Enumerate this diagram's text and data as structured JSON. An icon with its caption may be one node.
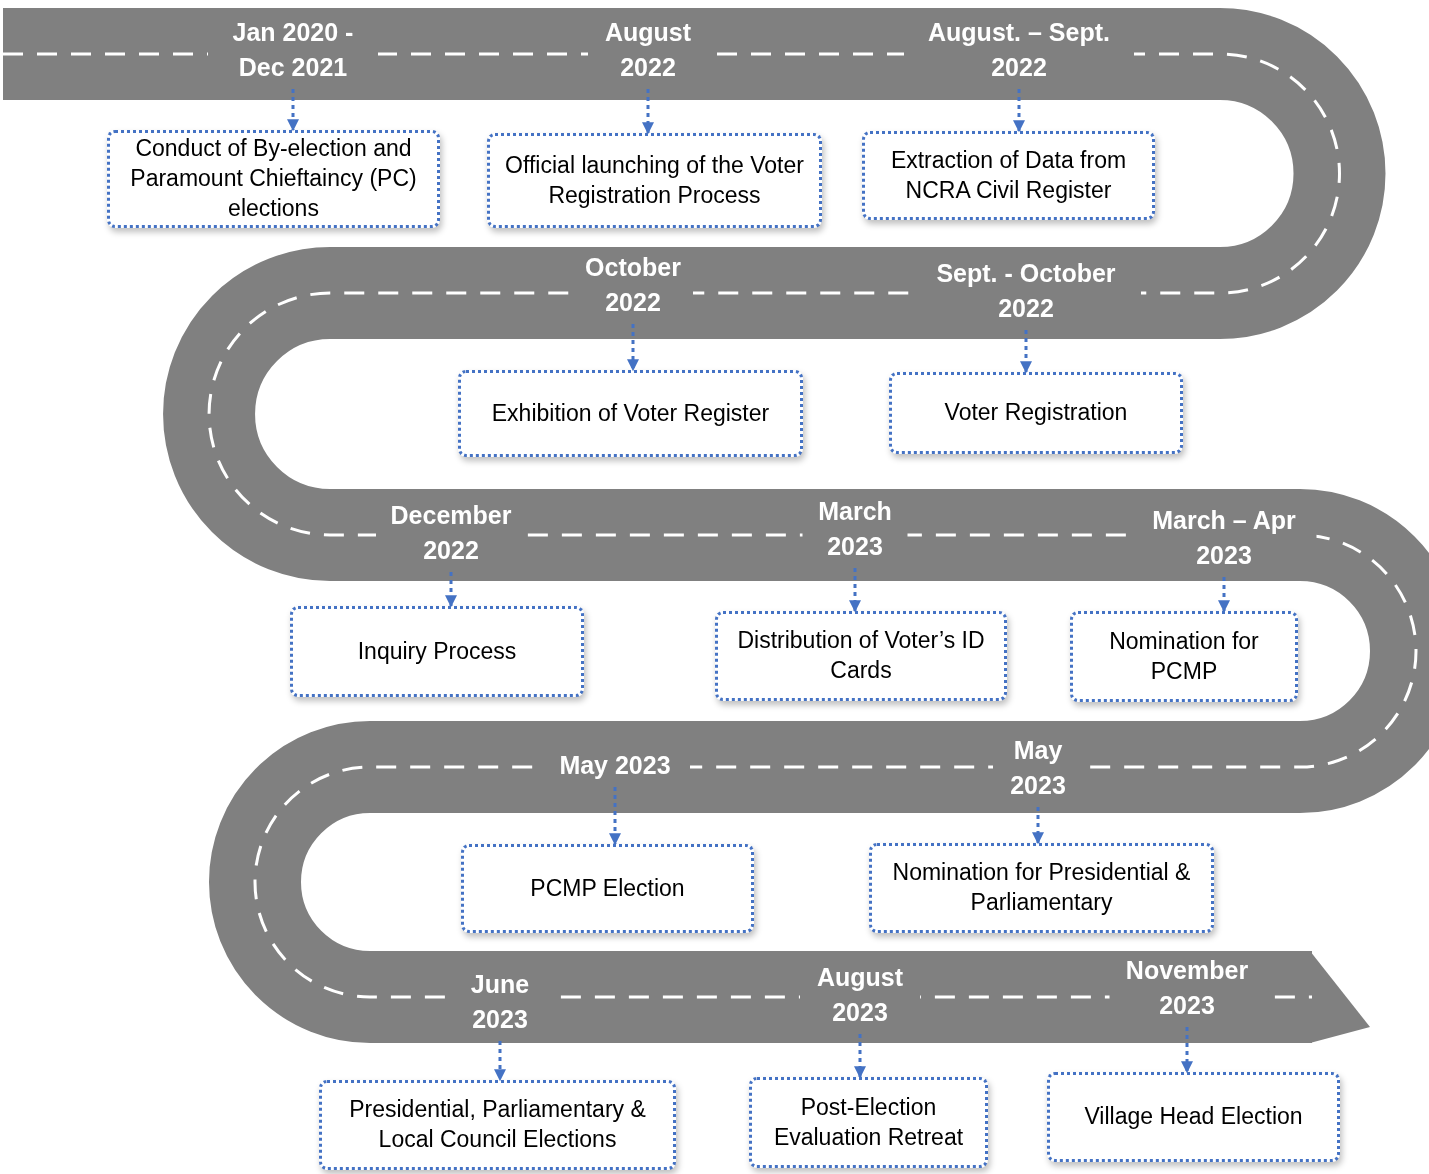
{
  "diagram": {
    "nodes": [
      {
        "text": [
          "Jan 2020 - Dec 2021"
        ]
      },
      {
        "text": [
          "Conduct of By-election and Paramount Chieftaincy (PC) elections"
        ]
      },
      {
        "text": [
          "August 2022"
        ]
      },
      {
        "text": [
          "Official launching of the Voter Registration Process"
        ]
      },
      {
        "text": [
          "August. – Sept. 2022"
        ]
      },
      {
        "text": [
          "Extraction of Data from NCRA Civil Register"
        ]
      },
      {
        "text": [
          "October 2022"
        ]
      },
      {
        "text": [
          "Exhibition of Voter Register"
        ]
      },
      {
        "text": [
          "Sept. - October 2022"
        ]
      },
      {
        "text": [
          "Voter Registration"
        ]
      },
      {
        "text": [
          "December 2022"
        ]
      },
      {
        "text": [
          "Inquiry Process"
        ]
      },
      {
        "text": [
          "March 2023"
        ]
      },
      {
        "text": [
          "Distribution of Voter’s ID Cards"
        ]
      },
      {
        "text": [
          "March – Apr 2023"
        ]
      },
      {
        "text": [
          "Nomination for PCMP"
        ]
      },
      {
        "text": [
          "May 2023"
        ]
      },
      {
        "text": [
          "PCMP Election"
        ]
      },
      {
        "text": [
          "May 2023"
        ]
      },
      {
        "text": [
          "Nomination for Presidential & Parliamentary"
        ]
      },
      {
        "text": [
          "June 2023"
        ]
      },
      {
        "text": [
          "Presidential, Parliamentary & Local Council Elections"
        ]
      },
      {
        "text": [
          "August 2023"
        ]
      },
      {
        "text": [
          "Post-Election Evaluation Retreat"
        ]
      },
      {
        "text": [
          "November 2023"
        ]
      },
      {
        "text": [
          "Village Head Election"
        ]
      }
    ],
    "edges": [
      {
        "from": 0,
        "to": 1,
        "arrow": "to",
        "style": "dashed"
      },
      {
        "from": 2,
        "to": 3,
        "arrow": "to",
        "style": "dashed"
      },
      {
        "from": 4,
        "to": 5,
        "arrow": "to",
        "style": "dashed"
      },
      {
        "from": 6,
        "to": 7,
        "arrow": "to",
        "style": "dashed"
      },
      {
        "from": 8,
        "to": 9,
        "arrow": "to",
        "style": "dashed"
      },
      {
        "from": 10,
        "to": 11,
        "arrow": "to",
        "style": "dashed"
      },
      {
        "from": 12,
        "to": 13,
        "arrow": "to",
        "style": "dashed"
      },
      {
        "from": 14,
        "to": 15,
        "arrow": "to",
        "style": "dashed"
      },
      {
        "from": 16,
        "to": 17,
        "arrow": "to",
        "style": "dashed"
      },
      {
        "from": 18,
        "to": 19,
        "arrow": "to",
        "style": "dashed"
      },
      {
        "from": 20,
        "to": 21,
        "arrow": "to",
        "style": "dashed"
      },
      {
        "from": 22,
        "to": 23,
        "arrow": "to",
        "style": "dashed"
      },
      {
        "from": 24,
        "to": 25,
        "arrow": "to",
        "style": "dashed"
      }
    ]
  }
}
